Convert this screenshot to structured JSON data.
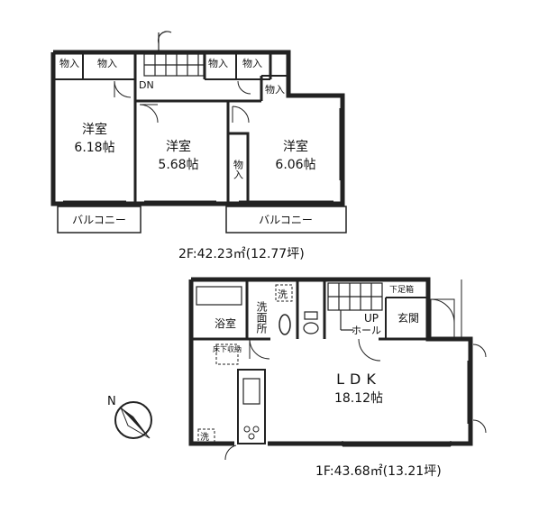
{
  "second_floor": {
    "rooms": {
      "room_left": {
        "name": "洋室",
        "size": "6.18帖"
      },
      "room_center": {
        "name": "洋室",
        "size": "5.68帖"
      },
      "room_right": {
        "name": "洋室",
        "size": "6.06帖"
      }
    },
    "storage": [
      "物入",
      "物入",
      "物入",
      "物入",
      "物入"
    ],
    "closet_vertical": "物入",
    "stair_label": "DN",
    "balconies": [
      "バルコニー",
      "バルコニー"
    ],
    "area": "2F:42.23㎡(12.77坪)"
  },
  "first_floor": {
    "ldk": {
      "name": "LDK",
      "size": "18.12帖"
    },
    "bath": "浴室",
    "washroom": "洗面所",
    "entrance": "玄関",
    "stair_label": "UP",
    "hall": "ホール",
    "shoe_storage": "下足箱",
    "floor_storage": "床下収納",
    "washer_mark": "洗",
    "sink_washer_mark": "洗",
    "area": "1F:43.68㎡(13.21坪)"
  },
  "compass": {
    "label": "N"
  }
}
